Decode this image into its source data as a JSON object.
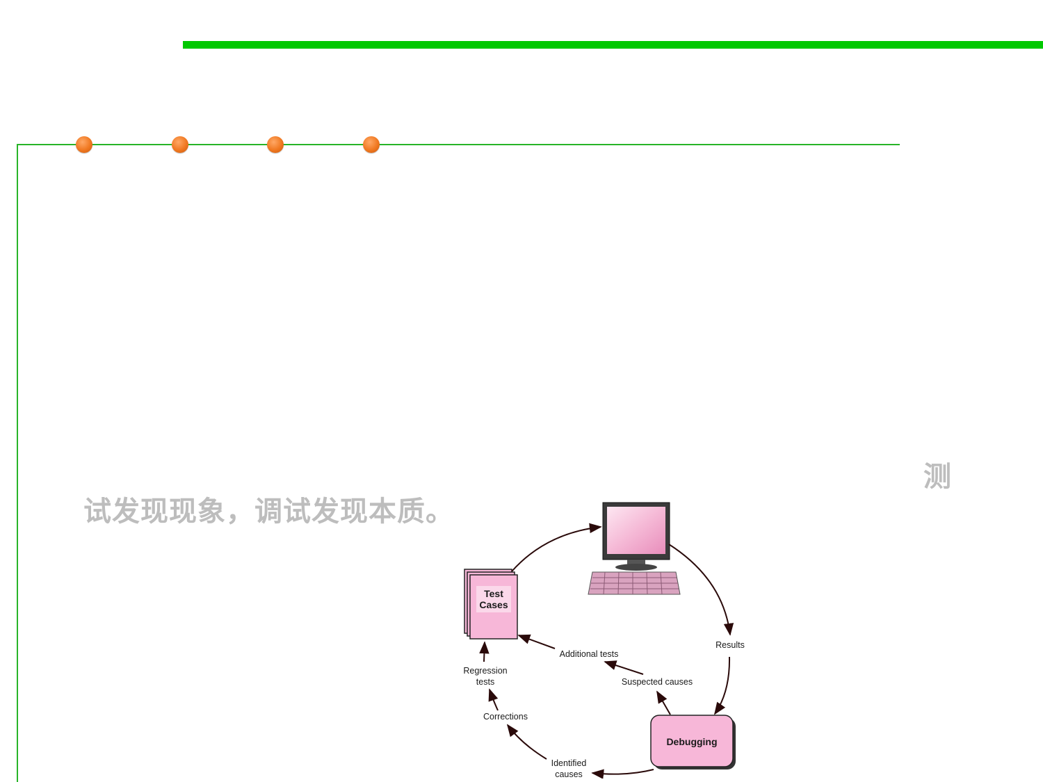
{
  "slide": {
    "text_line_end": "测",
    "text_line_2": "试发现现象，调试发现本质。"
  },
  "diagram": {
    "test_cases_label_1": "Test",
    "test_cases_label_2": "Cases",
    "debugging_label": "Debugging",
    "results_label": "Results",
    "additional_tests_label": "Additional tests",
    "suspected_causes_label": "Suspected causes",
    "regression_tests_label_1": "Regression",
    "regression_tests_label_2": "tests",
    "corrections_label": "Corrections",
    "identified_causes_label_1": "Identified",
    "identified_causes_label_2": "causes"
  },
  "colors": {
    "accent_green": "#00c800",
    "dot_orange": "#f07820",
    "pink": "#f7b7d8",
    "arrow": "#2a0a0a"
  }
}
